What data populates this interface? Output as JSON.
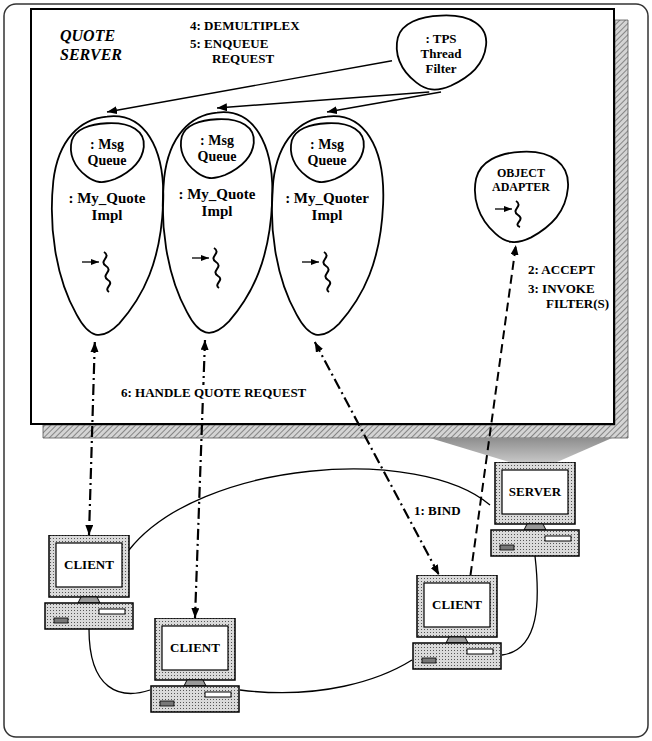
{
  "diagram": {
    "nodes": [
      {
        "text": [
          "QUOTE SERVER"
        ]
      },
      {
        "text": [
          ": TPS Thread Filter"
        ],
        "in": 0
      },
      {
        "text": [
          ": My_Quote Impl"
        ],
        "in": 0
      },
      {
        "text": [
          ": Msg Queue"
        ],
        "in": 2
      },
      {
        "text": [
          ": My_Quote Impl"
        ],
        "in": 0
      },
      {
        "text": [
          ": Msg Queue"
        ],
        "in": 4
      },
      {
        "text": [
          ": My_Quoter Impl"
        ],
        "in": 0
      },
      {
        "text": [
          ": Msg Queue"
        ],
        "in": 6
      },
      {
        "text": [
          "OBJECT ADAPTER"
        ],
        "in": 0
      },
      {
        "text": [
          "CLIENT"
        ]
      },
      {
        "text": [
          "CLIENT"
        ]
      },
      {
        "text": [
          "CLIENT"
        ]
      },
      {
        "text": [
          "SERVER"
        ]
      }
    ],
    "edges": [
      {
        "from": 1,
        "to": 2,
        "arrow": "to"
      },
      {
        "from": 1,
        "to": 4,
        "arrow": "to"
      },
      {
        "from": 1,
        "to": 6,
        "arrow": "to"
      },
      {
        "from": 2,
        "to": 9,
        "arrow": "both"
      },
      {
        "from": 4,
        "to": 10,
        "arrow": "both"
      },
      {
        "from": 6,
        "to": 11,
        "arrow": "both"
      },
      {
        "from": 11,
        "to": 8,
        "arrow": "to"
      }
    ],
    "labels": [
      "4: DEMULTIPLEX",
      "5: ENQUEUE REQUEST",
      "2: ACCEPT",
      "3: INVOKE FILTER(S)",
      "6: HANDLE QUOTE REQUEST",
      "1: BIND"
    ]
  }
}
